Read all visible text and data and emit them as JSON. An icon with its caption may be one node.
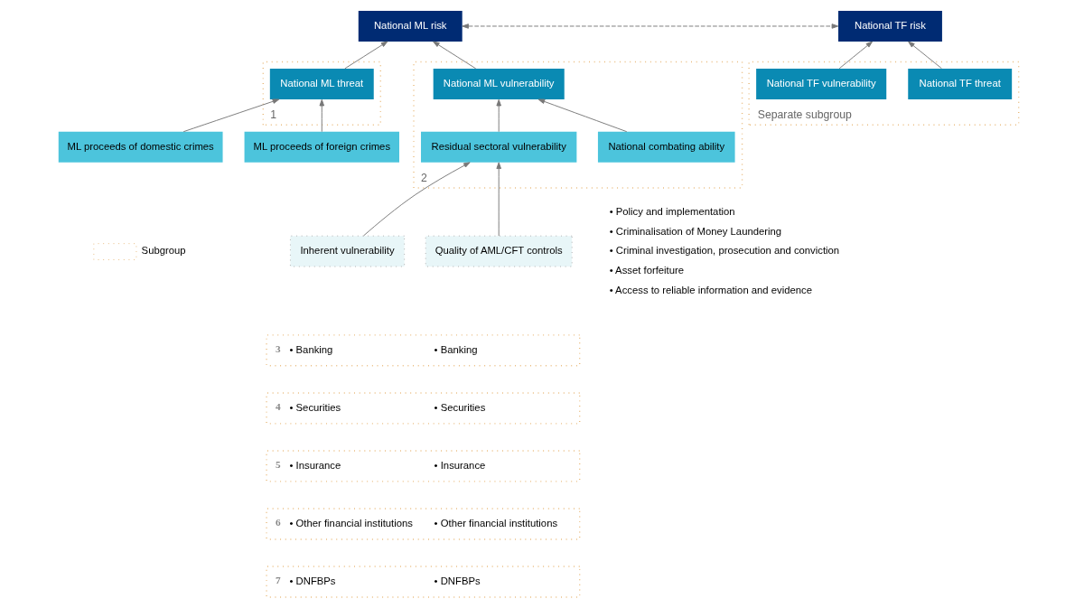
{
  "diagram": {
    "nodes": [
      {
        "text": [
          "National ML risk"
        ]
      },
      {
        "text": [
          "National TF risk"
        ]
      },
      {
        "text": [
          "1"
        ]
      },
      {
        "text": [
          "National ML threat"
        ],
        "in": 2
      },
      {
        "text": [
          "2"
        ]
      },
      {
        "text": [
          "National ML vulnerability"
        ],
        "in": 4
      },
      {
        "text": [
          "Separate subgroup"
        ]
      },
      {
        "text": [
          "National TF threat"
        ],
        "in": 6
      },
      {
        "text": [
          "National TF vulnerability"
        ],
        "in": 6
      },
      {
        "text": [
          "ML proceeds of domestic crimes"
        ]
      },
      {
        "text": [
          "ML proceeds of foreign crimes"
        ]
      },
      {
        "text": [
          "Residual sectoral vulnerability"
        ],
        "in": 4
      },
      {
        "text": [
          "National combating ability"
        ],
        "in": 4
      },
      {
        "text": [
          "Inherent vulnerability"
        ]
      },
      {
        "text": [
          "Quality of AML/CFT controls"
        ]
      },
      {
        "text": [
          "3",
          "• Banking",
          "• Banking"
        ]
      },
      {
        "text": [
          "4",
          "• Securities",
          "• Securities"
        ]
      },
      {
        "text": [
          "5",
          "• Insurance",
          "• Insurance"
        ]
      },
      {
        "text": [
          "6",
          "• Other financial institutions",
          "• Other financial institutions"
        ]
      },
      {
        "text": [
          "7",
          "• DNFBPs",
          "• DNFBPs"
        ]
      }
    ],
    "edges": [
      {
        "from": 0,
        "to": 1,
        "arrow": "both",
        "style": "dashed"
      },
      {
        "from": 3,
        "to": 0,
        "arrow": "to"
      },
      {
        "from": 5,
        "to": 0,
        "arrow": "to"
      },
      {
        "from": 7,
        "to": 1,
        "arrow": "to"
      },
      {
        "from": 8,
        "to": 1,
        "arrow": "to"
      },
      {
        "from": 9,
        "to": 3,
        "arrow": "to"
      },
      {
        "from": 10,
        "to": 3,
        "arrow": "to"
      },
      {
        "from": 11,
        "to": 5,
        "arrow": "to"
      },
      {
        "from": 12,
        "to": 5,
        "arrow": "to"
      },
      {
        "from": 13,
        "to": 11,
        "arrow": "to"
      },
      {
        "from": 14,
        "to": 11,
        "arrow": "to"
      }
    ],
    "labels": [
      "• Policy and implementation",
      "• Criminalisation of Money Laundering",
      "• Criminal investigation, prosecution and conviction",
      "• Asset forfeiture",
      "• Access to reliable information and evidence"
    ],
    "legend": [
      {
        "text": "Subgroup"
      }
    ]
  }
}
